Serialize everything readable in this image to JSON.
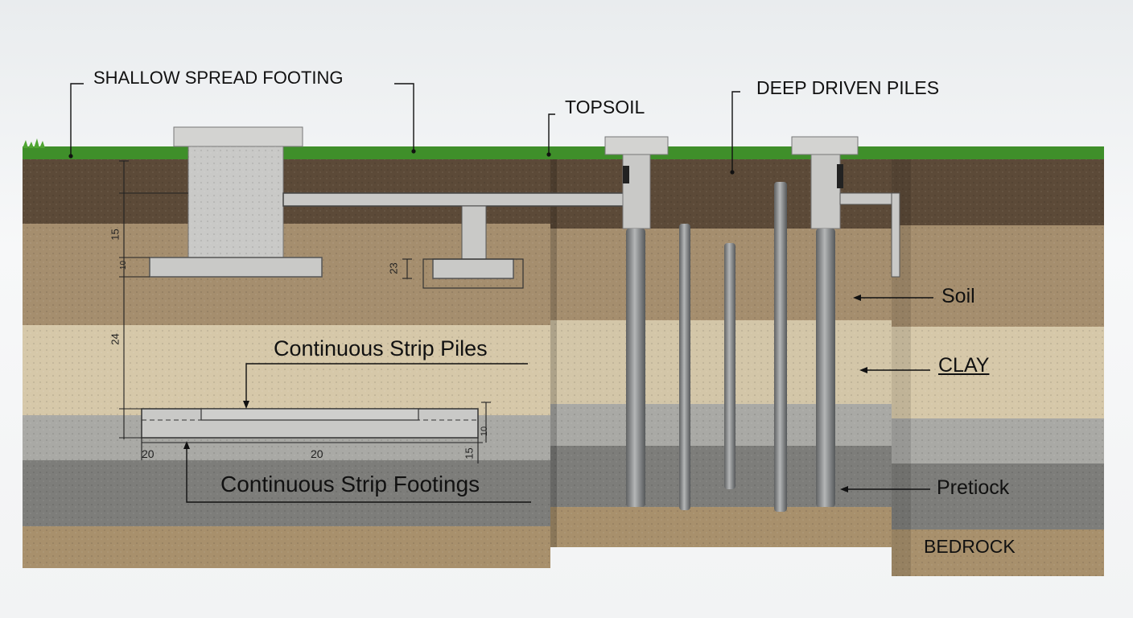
{
  "labels": {
    "shallow_spread_footing": "SHALLOW SPREAD FOOTING",
    "topsoil": "TOPSOIL",
    "deep_driven_piles": "DEEP DRIVEN PILES",
    "soil": "Soil",
    "clay": "CLAY",
    "pretiock": "Pretiock",
    "bedrock": "BEDROCK",
    "continuous_strip_piles": "Continuous Strip Piles",
    "continuous_strip_footings": "Continuous Strip Footings"
  },
  "dimensions": {
    "d15": "15",
    "d10": "10",
    "d23": "23",
    "d24": "24",
    "d20_left": "20",
    "d20_mid": "20",
    "d15_bottom": "15",
    "d10_right": "10"
  },
  "colors": {
    "grass": "#3f8f2a",
    "topsoil": "#5c4a38",
    "soil": "#a58e6e",
    "clay": "#d6c8a9",
    "gravel": "#a9a9a5",
    "rock": "#7d7d7a",
    "bedrock": "#a8906c",
    "concrete": "#c9c9c7",
    "pile": "#8a8c8d"
  }
}
